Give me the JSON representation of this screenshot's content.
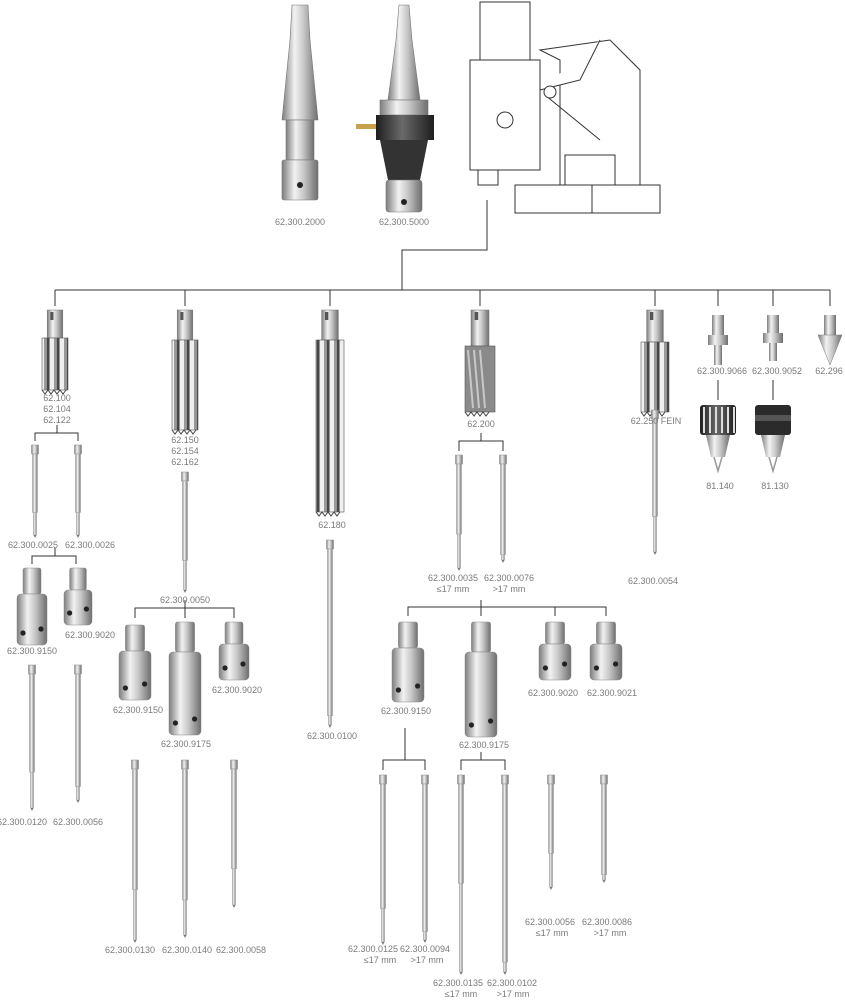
{
  "title": "Core drill accessory system overview",
  "colors": {
    "line": "#333333",
    "label": "#7a7a7a",
    "steel_light": "#e6e6e6",
    "steel_dark": "#8c8c8c",
    "chuck_dark": "#2b2b2b"
  },
  "labels": {
    "mount_morse": "62.300.2000",
    "mount_adapter": "62.300.5000",
    "cutter_100_a": "62.100",
    "cutter_100_b": "62.104",
    "cutter_100_c": "62.122",
    "cutter_150_a": "62.150",
    "cutter_150_b": "62.154",
    "cutter_150_c": "62.162",
    "cutter_180": "62.180",
    "cutter_200": "62.200",
    "cutter_250": "62.250 FEIN",
    "arbor_9066": "62.300.9066",
    "arbor_9052": "62.300.9052",
    "countersink_296": "62.296",
    "chuck_140": "81.140",
    "chuck_130": "81.130",
    "pilot_0025": "62.300.0025",
    "pilot_0026": "62.300.0026",
    "adapter_9150_a": "62.300.9150",
    "adapter_9020_a": "62.300.9020",
    "pilot_0120": "62.300.0120",
    "pilot_0056_a": "62.300.0056",
    "pilot_0050": "62.300.0050",
    "adapter_9150_b": "62.300.9150",
    "adapter_9175_b": "62.300.9175",
    "adapter_9020_b": "62.300.9020",
    "pilot_0130": "62.300.0130",
    "pilot_0140": "62.300.0140",
    "pilot_0058": "62.300.0058",
    "pilot_0100": "62.300.0100",
    "pilot_0035": "62.300.0035",
    "pilot_0035_size": "≤17 mm",
    "pilot_0076": "62.300.0076",
    "pilot_0076_size": ">17 mm",
    "pilot_0054": "62.300.0054",
    "adapter_9150_c": "62.300.9150",
    "adapter_9175_c": "62.300.9175",
    "adapter_9020_c": "62.300.9020",
    "adapter_9021_c": "62.300.9021",
    "pilot_0125": "62.300.0125",
    "pilot_0125_size": "≤17 mm",
    "pilot_0094": "62.300.0094",
    "pilot_0094_size": ">17 mm",
    "pilot_0135": "62.300.0135",
    "pilot_0135_size": "≤17 mm",
    "pilot_0102": "62.300.0102",
    "pilot_0102_size": ">17 mm",
    "pilot_0056_c": "62.300.0056",
    "pilot_0056_c_size": "≤17 mm",
    "pilot_0086": "62.300.0086",
    "pilot_0086_size": ">17 mm"
  }
}
